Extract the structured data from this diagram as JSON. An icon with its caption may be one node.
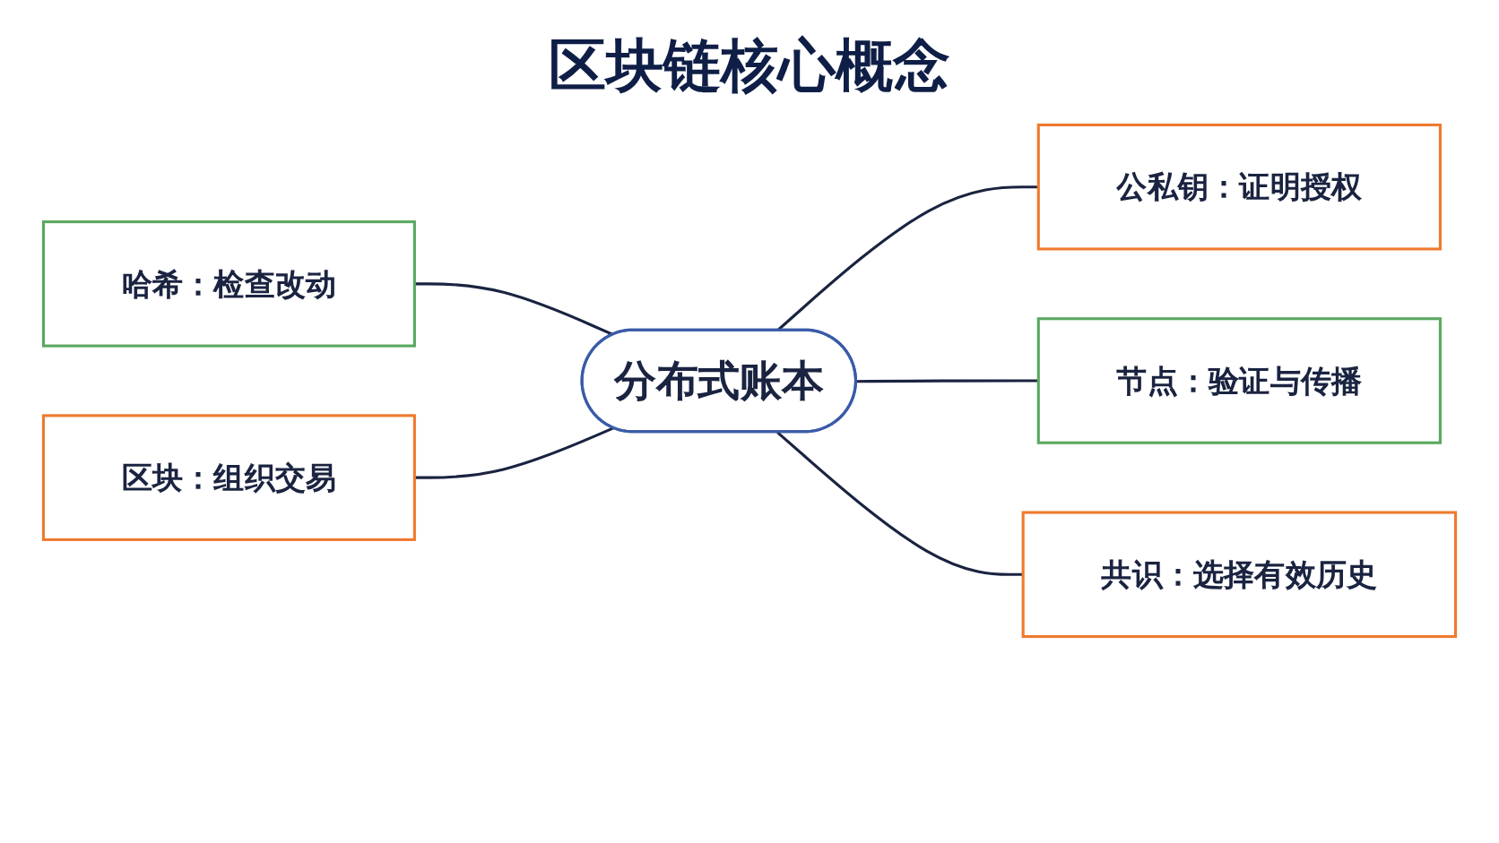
{
  "diagram": {
    "title": "区块链核心概念",
    "nodes": [
      {
        "text": [
          "哈希：检查改动"
        ]
      },
      {
        "text": [
          "公私钥：证明授权"
        ]
      },
      {
        "text": [
          "分布式账本"
        ]
      },
      {
        "text": [
          "区块：组织交易"
        ]
      },
      {
        "text": [
          "节点：验证与传播"
        ]
      },
      {
        "text": [
          "共识：选择有效历史"
        ]
      }
    ],
    "edges": [
      {
        "from": 0,
        "to": 2,
        "arrow": "none"
      },
      {
        "from": 2,
        "to": 1,
        "arrow": "none"
      },
      {
        "from": 3,
        "to": 2,
        "arrow": "none"
      },
      {
        "from": 2,
        "to": 4,
        "arrow": "none"
      },
      {
        "from": 2,
        "to": 5,
        "arrow": "none"
      }
    ]
  }
}
